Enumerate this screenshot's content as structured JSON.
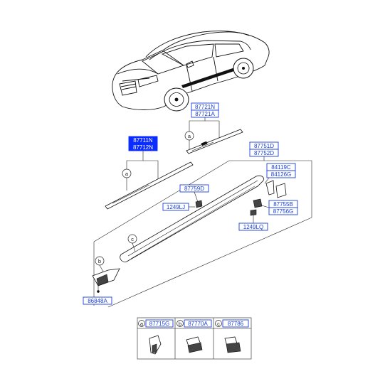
{
  "labels": {
    "n87721N": "87721N",
    "n87721A": "87721A",
    "n87711N": "87711N",
    "n87712N": "87712N",
    "n87751D": "87751D",
    "n87752D": "87752D",
    "n84119C": "84119C",
    "n84126G": "84126G",
    "n87759D": "87759D",
    "n1249LJ": "1249LJ",
    "n87755B": "87755B",
    "n87756G": "87756G",
    "n1249LQ": "1249LQ",
    "n86848A": "86848A"
  },
  "callouts": {
    "a": "a",
    "b": "b",
    "c": "c"
  },
  "legend": [
    {
      "letter": "a",
      "part": "87715G"
    },
    {
      "letter": "b",
      "part": "87770A"
    },
    {
      "letter": "c",
      "part": "87786"
    }
  ],
  "highlighted": [
    "87711N",
    "87712N"
  ],
  "colors": {
    "label": "#1a3fd6",
    "highlight": "#0b2cff",
    "line": "#111111"
  }
}
